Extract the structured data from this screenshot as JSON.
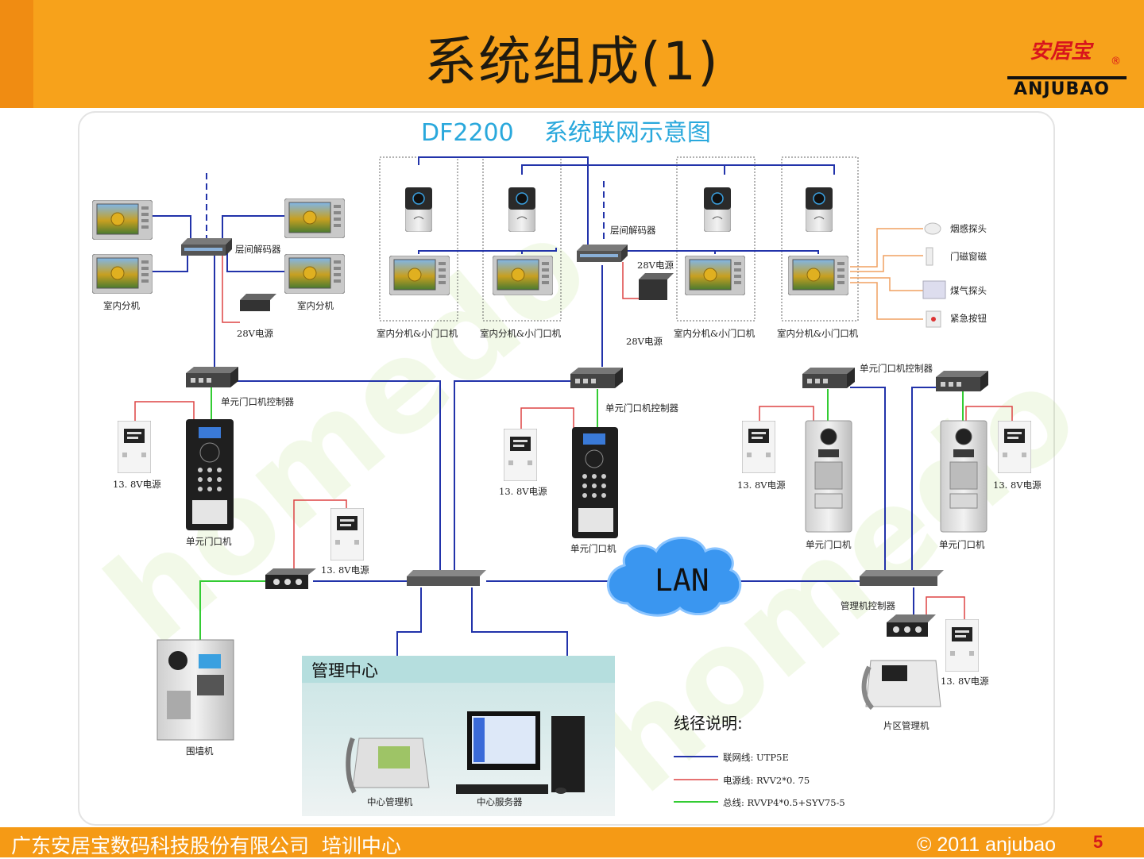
{
  "title": "系统组成(1)",
  "logo": {
    "text_cn": "安居宝",
    "text_en": "ANJUBAO",
    "reg_mark": "®"
  },
  "diagram": {
    "title": "DF2200    系统联网示意图",
    "lan_label": "LAN",
    "management_center_label": "管理中心",
    "legend_title": "线径说明:",
    "legend": [
      {
        "text": "联网线: UTP5E",
        "color": "#2233aa"
      },
      {
        "text": "电源线: RVV2*0. 75",
        "color": "#dd4444"
      },
      {
        "text": "总线: RVVP4*0.5+SYV75-5",
        "color": "#33cc33"
      }
    ],
    "labels": {
      "floor_decoder": "层间解码器",
      "indoor_unit": "室内分机",
      "power_28v": "28V电源",
      "indoor_unit_small_door": "室内分机&小门口机",
      "unit_door_controller": "单元门口机控制器",
      "power_138v": "13. 8V电源",
      "unit_door": "单元门口机",
      "wall_unit": "围墙机",
      "management_controller": "管理机控制器",
      "area_manager": "片区管理机",
      "center_manager": "中心管理机",
      "center_server": "中心服务器",
      "smoke_detector": "烟感探头",
      "door_magnet": "门磁窗磁",
      "gas_detector": "煤气探头",
      "emergency_button": "紧急按钮"
    },
    "colors": {
      "network": "#2233aa",
      "power": "#dd4444",
      "bus": "#33cc33",
      "sensor": "#f0a060",
      "title": "#29a8dc"
    }
  },
  "footer": {
    "company": "广东安居宝数码科技股份有限公司  培训中心",
    "copyright": "© 2011 anjubao",
    "page": "5"
  }
}
